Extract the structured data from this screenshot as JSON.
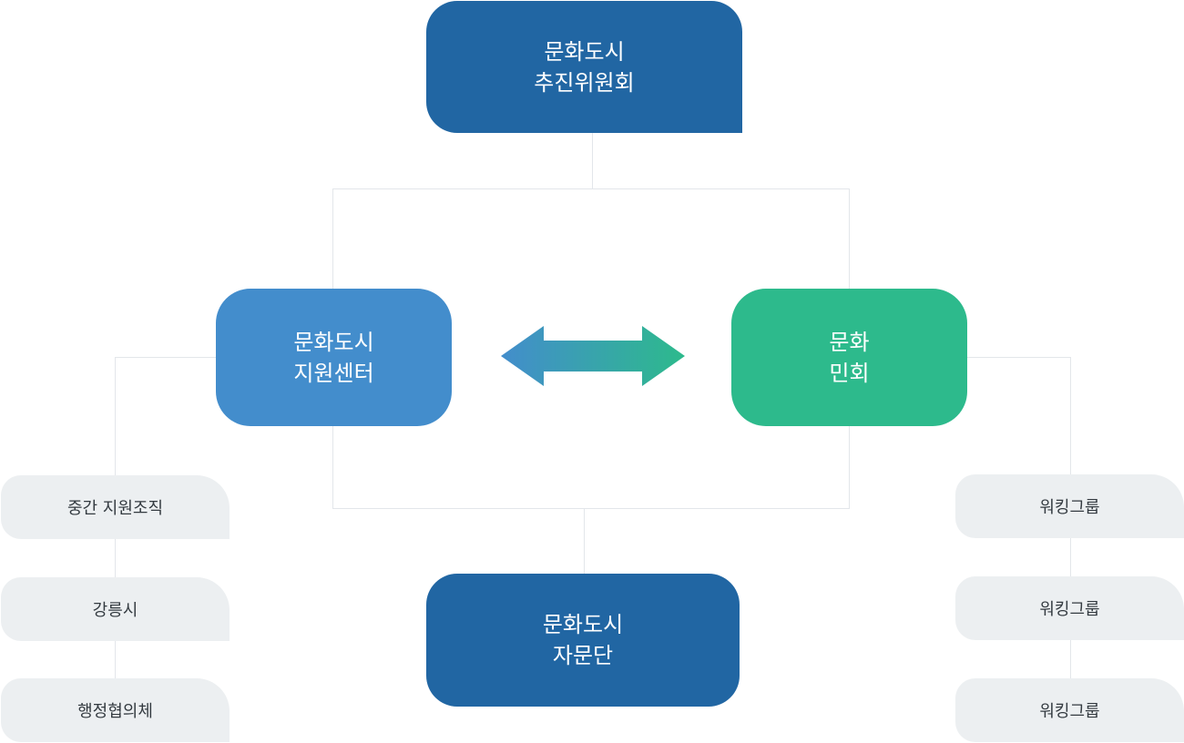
{
  "diagram": {
    "top": "문화도시\n추진위원회",
    "left_center": "문화도시\n지원센터",
    "right_center": "문화\n민회",
    "bottom": "문화도시\n자문단",
    "left_items": [
      "중간 지원조직",
      "강릉시",
      "행정협의체"
    ],
    "right_items": [
      "워킹그룹",
      "워킹그룹",
      "워킹그룹"
    ]
  },
  "colors": {
    "navy": "#2166a3",
    "blue": "#438dcc",
    "green": "#2dba8c",
    "sub_bg": "#eceff1",
    "line": "#e3e6ea"
  }
}
